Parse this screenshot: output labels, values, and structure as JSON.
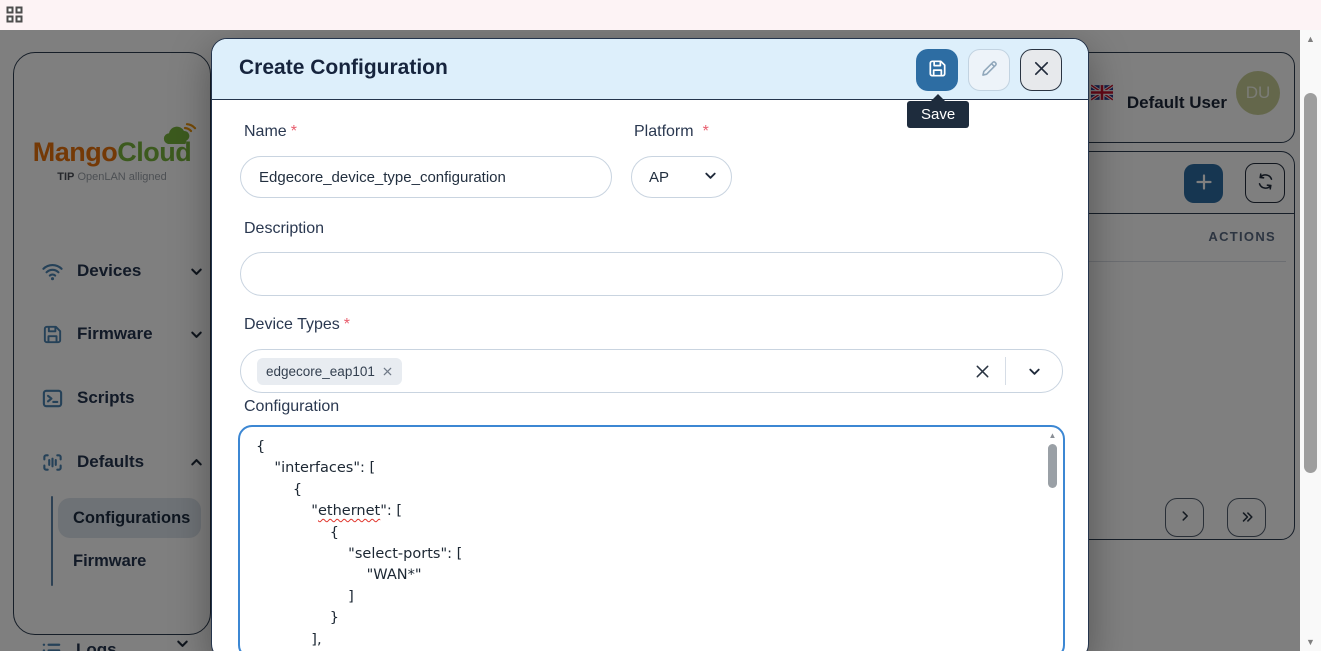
{
  "topstrip": {
    "icon": "grid-icon"
  },
  "sidebar": {
    "logo": {
      "part1": "Mango",
      "part2": "Cloud",
      "tagline_bold": "TIP",
      "tagline_rest": " OpenLAN alligned",
      "icon": "cloud-logo-icon"
    },
    "items": [
      {
        "label": "Devices",
        "icon": "wifi-icon",
        "chevron": "down"
      },
      {
        "label": "Firmware",
        "icon": "floppy-icon",
        "chevron": "down"
      },
      {
        "label": "Scripts",
        "icon": "terminal-icon",
        "chevron": "none"
      },
      {
        "label": "Defaults",
        "icon": "brackets-icon",
        "chevron": "up"
      }
    ],
    "defaults_subitems": [
      {
        "label": "Configurations",
        "active": true
      },
      {
        "label": "Firmware",
        "active": false
      }
    ],
    "logs_item": {
      "label": "Logs",
      "icon": "list-icon",
      "chevron": "down"
    }
  },
  "topbar": {
    "user_name": "Default User",
    "avatar_initials": "DU",
    "flag": "uk-flag-icon"
  },
  "content_panel": {
    "actions_header": "ACTIONS",
    "toolbar_icons": [
      "plus-icon",
      "refresh-icon"
    ],
    "pagination_icons": [
      "next-page",
      "last-page"
    ]
  },
  "modal": {
    "title": "Create Configuration",
    "save_tooltip": "Save",
    "required_marker": "*",
    "header_icons": [
      "save-icon",
      "pencil-icon",
      "close-icon"
    ],
    "fields": {
      "name": {
        "label": "Name",
        "value": "Edgecore_device_type_configuration"
      },
      "platform": {
        "label": "Platform",
        "value": "AP"
      },
      "description": {
        "label": "Description",
        "value": ""
      },
      "device_types": {
        "label": "Device Types",
        "chips": [
          {
            "label": "edgecore_eap101"
          }
        ]
      },
      "configuration": {
        "label": "Configuration",
        "misspelled_word": "ethernet",
        "value_lines": [
          "{",
          "    \"interfaces\": [",
          "        {",
          "            \"ethernet\": [",
          "                {",
          "                    \"select-ports\": [",
          "                        \"WAN*\"",
          "                    ]",
          "                }",
          "            ],"
        ]
      }
    }
  },
  "colors": {
    "accent_blue": "#2d6da3",
    "modal_header_bg": "#ddeffb",
    "logo_orange": "#e8720c",
    "logo_green": "#78b43c",
    "sidebar_icon_blue": "#4a82b0",
    "editor_focus_border": "#3c87d3",
    "tooltip_bg": "#1e2c3d"
  }
}
